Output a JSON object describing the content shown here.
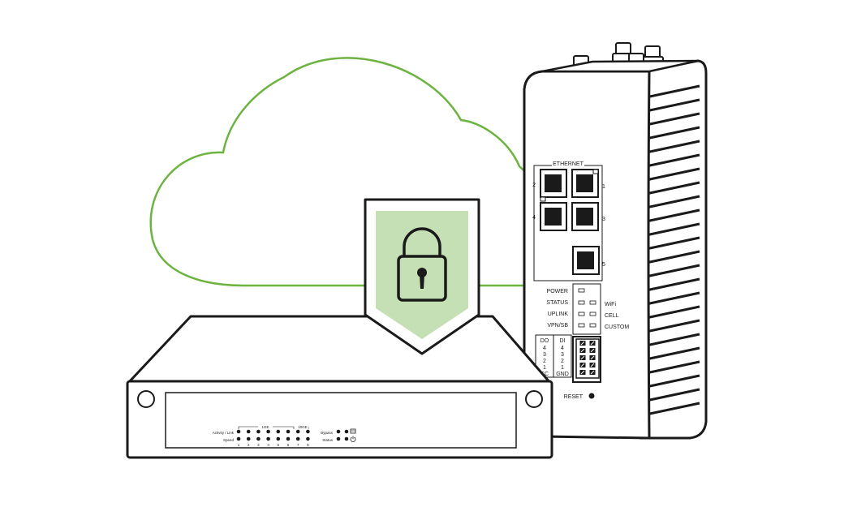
{
  "colors": {
    "cloud_stroke": "#6cb33f",
    "shield_fill": "#c5e0b4",
    "line": "#1a1a1a",
    "background": "#ffffff"
  },
  "icons": [
    "cloud-icon",
    "shield-icon",
    "padlock-icon"
  ],
  "gateway": {
    "ethernet_label": "ETHERNET",
    "port_numbers": [
      "2",
      "1",
      "4",
      "3",
      "5"
    ],
    "led_left_labels": [
      "POWER",
      "STATUS",
      "UPLINK",
      "VPN/SB"
    ],
    "led_right_labels": [
      "WiFi",
      "CELL",
      "CUSTOM"
    ],
    "do_header": "DO",
    "do_values": [
      "4",
      "3",
      "2",
      "1",
      "CC"
    ],
    "di_header": "DI",
    "di_values": [
      "4",
      "3",
      "2",
      "1",
      "GND"
    ],
    "reset_label": "RESET"
  },
  "switch": {
    "group_1g": "1GE",
    "group_10g": "10GE",
    "activity_label": "Activity / Link",
    "speed_label": "Speed",
    "port_numbers": [
      "1",
      "2",
      "3",
      "4",
      "5",
      "6",
      "7",
      "8"
    ],
    "bypass_label": "Bypass",
    "status_label": "Status"
  }
}
